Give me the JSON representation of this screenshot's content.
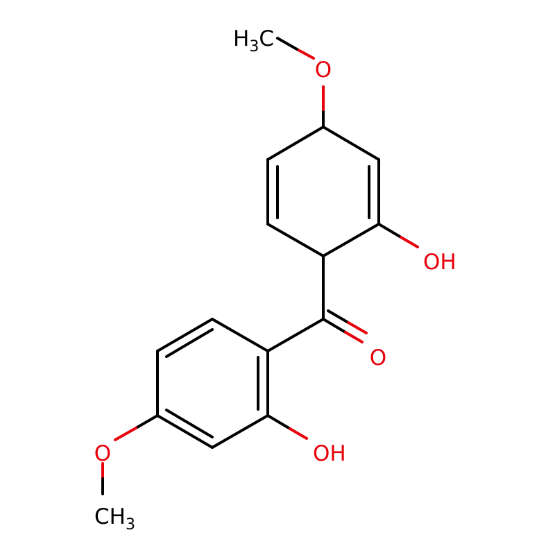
{
  "molecule": {
    "atoms": {
      "methyl_top": {
        "main": "H",
        "sub": "3",
        "tail": "C"
      },
      "o_methoxy_top": "O",
      "oh_top": "OH",
      "o_carbonyl": "O",
      "oh_bottom": "OH",
      "o_methoxy_bottom": "O",
      "methyl_bottom": {
        "main": "CH",
        "sub": "3"
      }
    },
    "colors": {
      "bond": "#000000",
      "oxygen": "#e8000b",
      "carbon": "#000000"
    }
  }
}
